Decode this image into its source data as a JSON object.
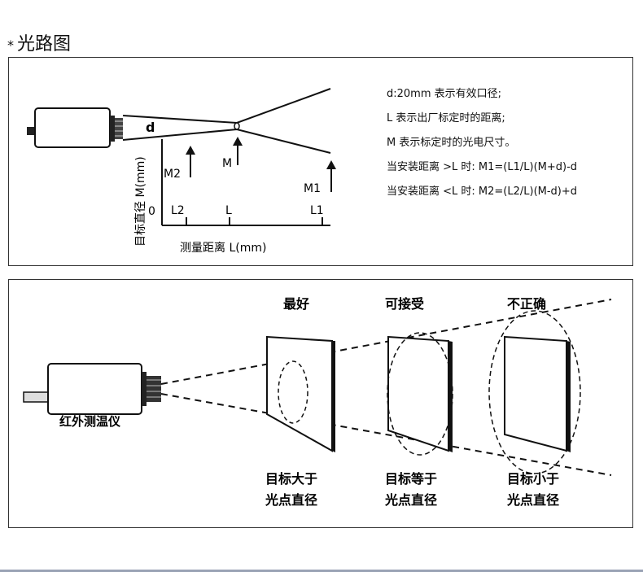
{
  "title": {
    "star": "*",
    "text": "光路图"
  },
  "top_panel": {
    "lens_label": "d",
    "y_axis_label": "目标直径 M(mm)",
    "x_axis_label": "测量距离 L(mm)",
    "origin": "0",
    "ticks": [
      "L2",
      "L",
      "L1"
    ],
    "arrows": [
      "M2",
      "M",
      "M1"
    ],
    "legend": [
      "d:20mm 表示有效口径;",
      "L 表示出厂标定时的距离;",
      "M 表示标定时的光电尺寸。",
      "当安装距离 >L 时: M1=(L1/L)(M+d)-d",
      "当安装距离 <L 时: M2=(L2/L)(M-d)+d"
    ]
  },
  "bottom_panel": {
    "device_label": "红外测温仪",
    "headings": [
      "最好",
      "可接受",
      "不正确"
    ],
    "captions": [
      [
        "目标大于",
        "光点直径"
      ],
      [
        "目标等于",
        "光点直径"
      ],
      [
        "目标小于",
        "光点直径"
      ]
    ]
  }
}
